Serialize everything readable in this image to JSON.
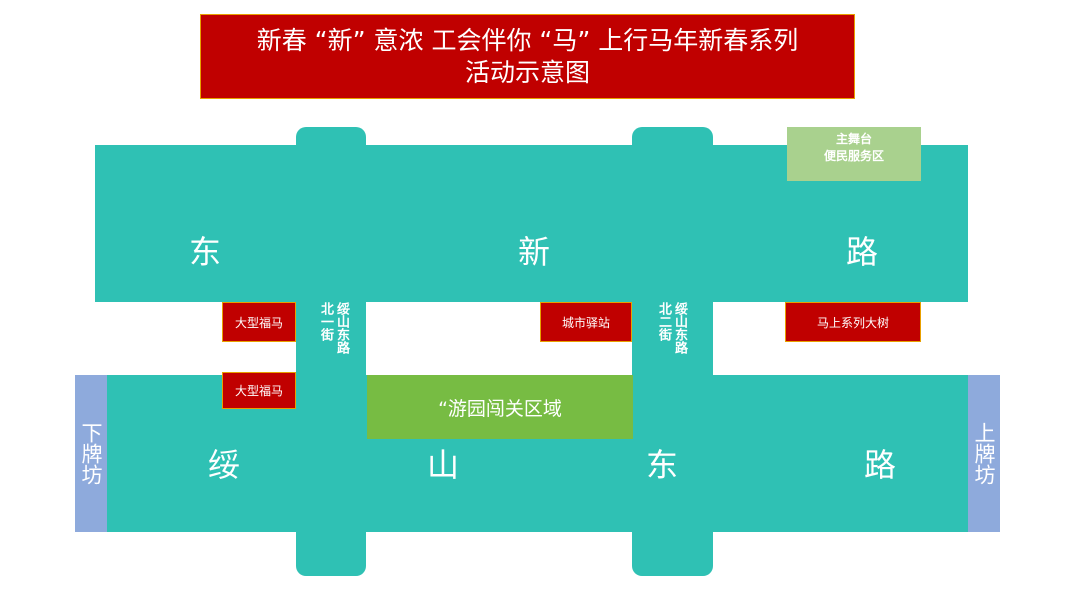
{
  "title": {
    "line1": "新春 “新” 意浓 工会伴你 “马” 上行马年新春系列",
    "line2": "活动示意图"
  },
  "top_road": {
    "chars": [
      "东",
      "新",
      "路"
    ]
  },
  "bottom_road": {
    "chars": [
      "绥",
      "山",
      "东",
      "路"
    ]
  },
  "streets": {
    "left": {
      "col1": "北一街",
      "col2": "绥山东路"
    },
    "right": {
      "col1": "北二街",
      "col2": "绥山东路"
    }
  },
  "sides": {
    "left": "下牌坊",
    "right": "上牌坊"
  },
  "areas": {
    "main_stage": {
      "line1": "主舞台",
      "line2": "便民服务区"
    },
    "horse1": "大型福马",
    "horse2": "大型福马",
    "station": "城市驿站",
    "tree": "马上系列大树",
    "game_zone": "“游园闯关区域"
  },
  "colors": {
    "road": "#2fc1b4",
    "red": "#c00000",
    "green": "#77bc43",
    "light_green": "#a9d18e",
    "blue": "#8eaadc"
  }
}
